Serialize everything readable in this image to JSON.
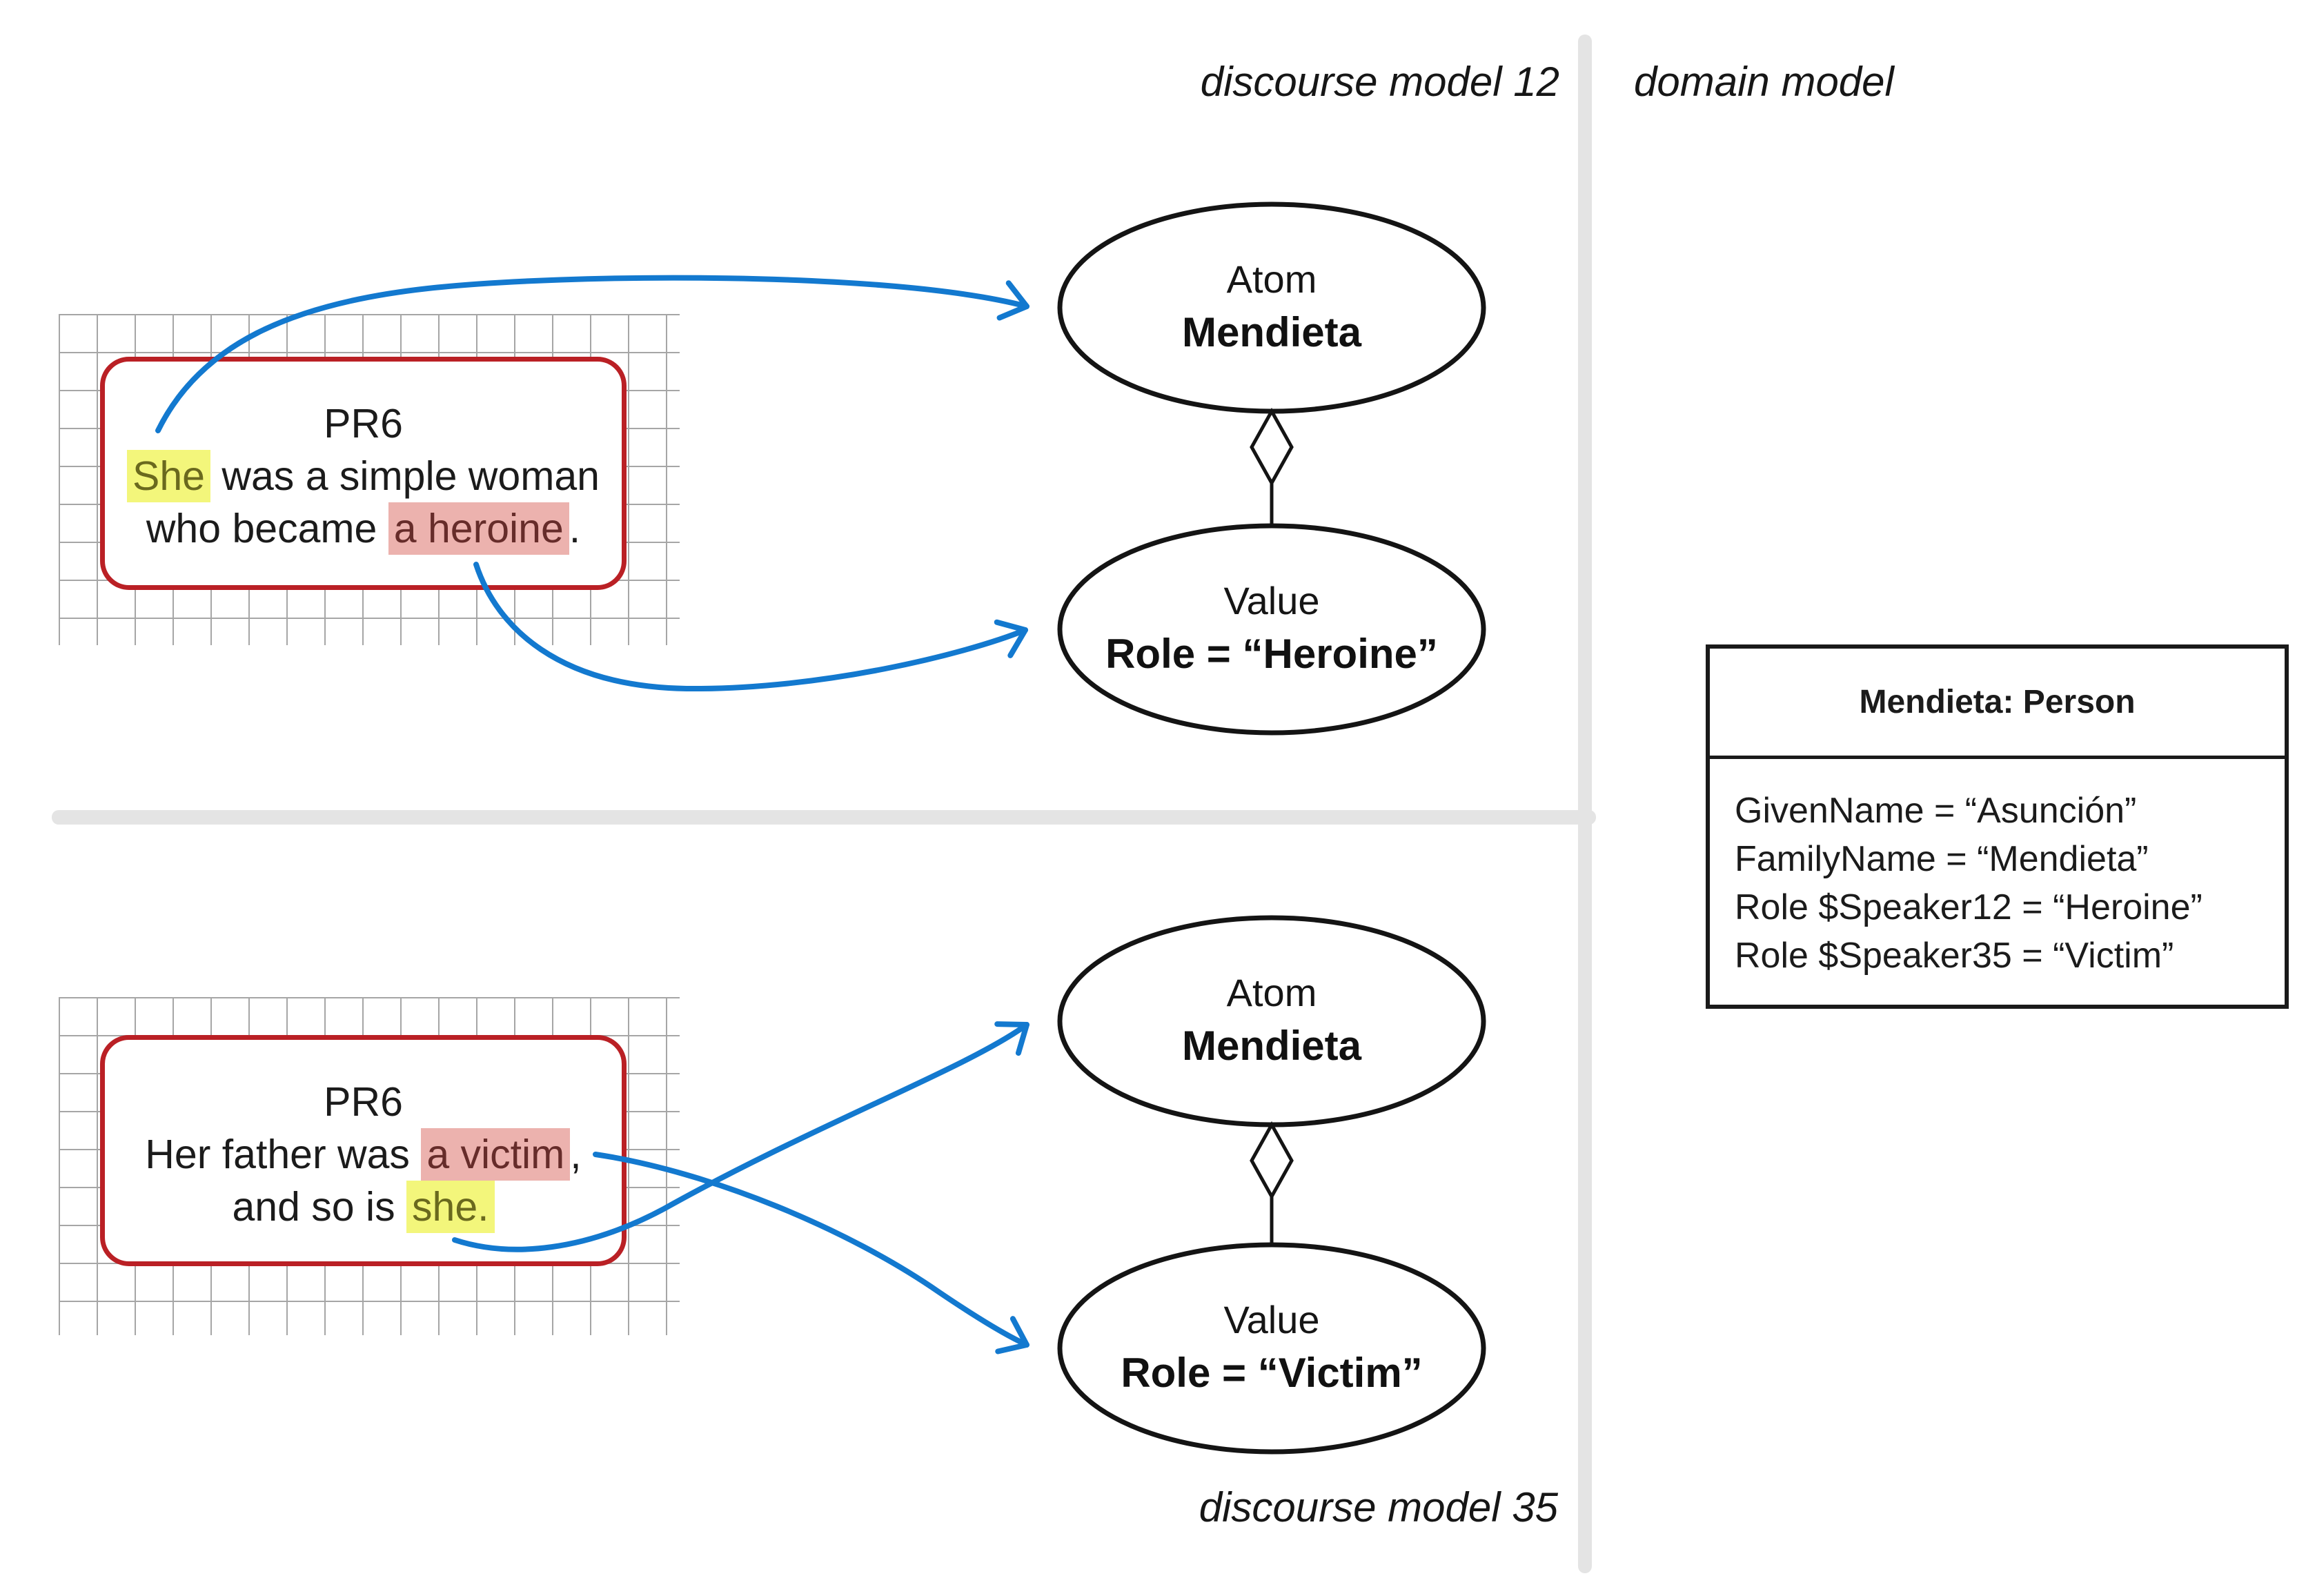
{
  "dm12": {
    "label": "discourse model 12",
    "utterance": {
      "title": "PR6",
      "line1": [
        {
          "t": "She",
          "hl": "yellow"
        },
        {
          "t": " was a simple woman",
          "hl": "none"
        }
      ],
      "line2": [
        {
          "t": "who became ",
          "hl": "none"
        },
        {
          "t": "a heroine",
          "hl": "pink"
        },
        {
          "t": ".",
          "hl": "none"
        }
      ]
    },
    "atom": {
      "type": "Atom",
      "name": "Mendieta"
    },
    "value": {
      "type": "Value",
      "name": "Role = “Heroine”"
    }
  },
  "dm35": {
    "label": "discourse model 35",
    "utterance": {
      "title": "PR6",
      "line1": [
        {
          "t": "Her father was ",
          "hl": "none"
        },
        {
          "t": "a victim",
          "hl": "pink"
        },
        {
          "t": ",",
          "hl": "none"
        }
      ],
      "line2": [
        {
          "t": "and so is ",
          "hl": "none"
        },
        {
          "t": "she.",
          "hl": "yellow"
        }
      ]
    },
    "atom": {
      "type": "Atom",
      "name": "Mendieta"
    },
    "value": {
      "type": "Value",
      "name": "Role = “Victim”"
    }
  },
  "domain_model": {
    "label": "domain model",
    "class_title": "Mendieta: Person",
    "attributes": [
      "GivenName = “Asunción”",
      "FamilyName = “Mendieta”",
      "Role $Speaker12 = “Heroine”",
      "Role $Speaker35 = “Victim”"
    ]
  },
  "colors": {
    "arrow_blue": "#1379cf",
    "utterance_border_red": "#ba2025",
    "highlight_yellow": "#f3f67b",
    "highlight_pink": "#ecb2ae",
    "divider_gray": "#e4e4e4",
    "grid_gray": "#a6a6a6",
    "node_stroke": "#141414"
  }
}
